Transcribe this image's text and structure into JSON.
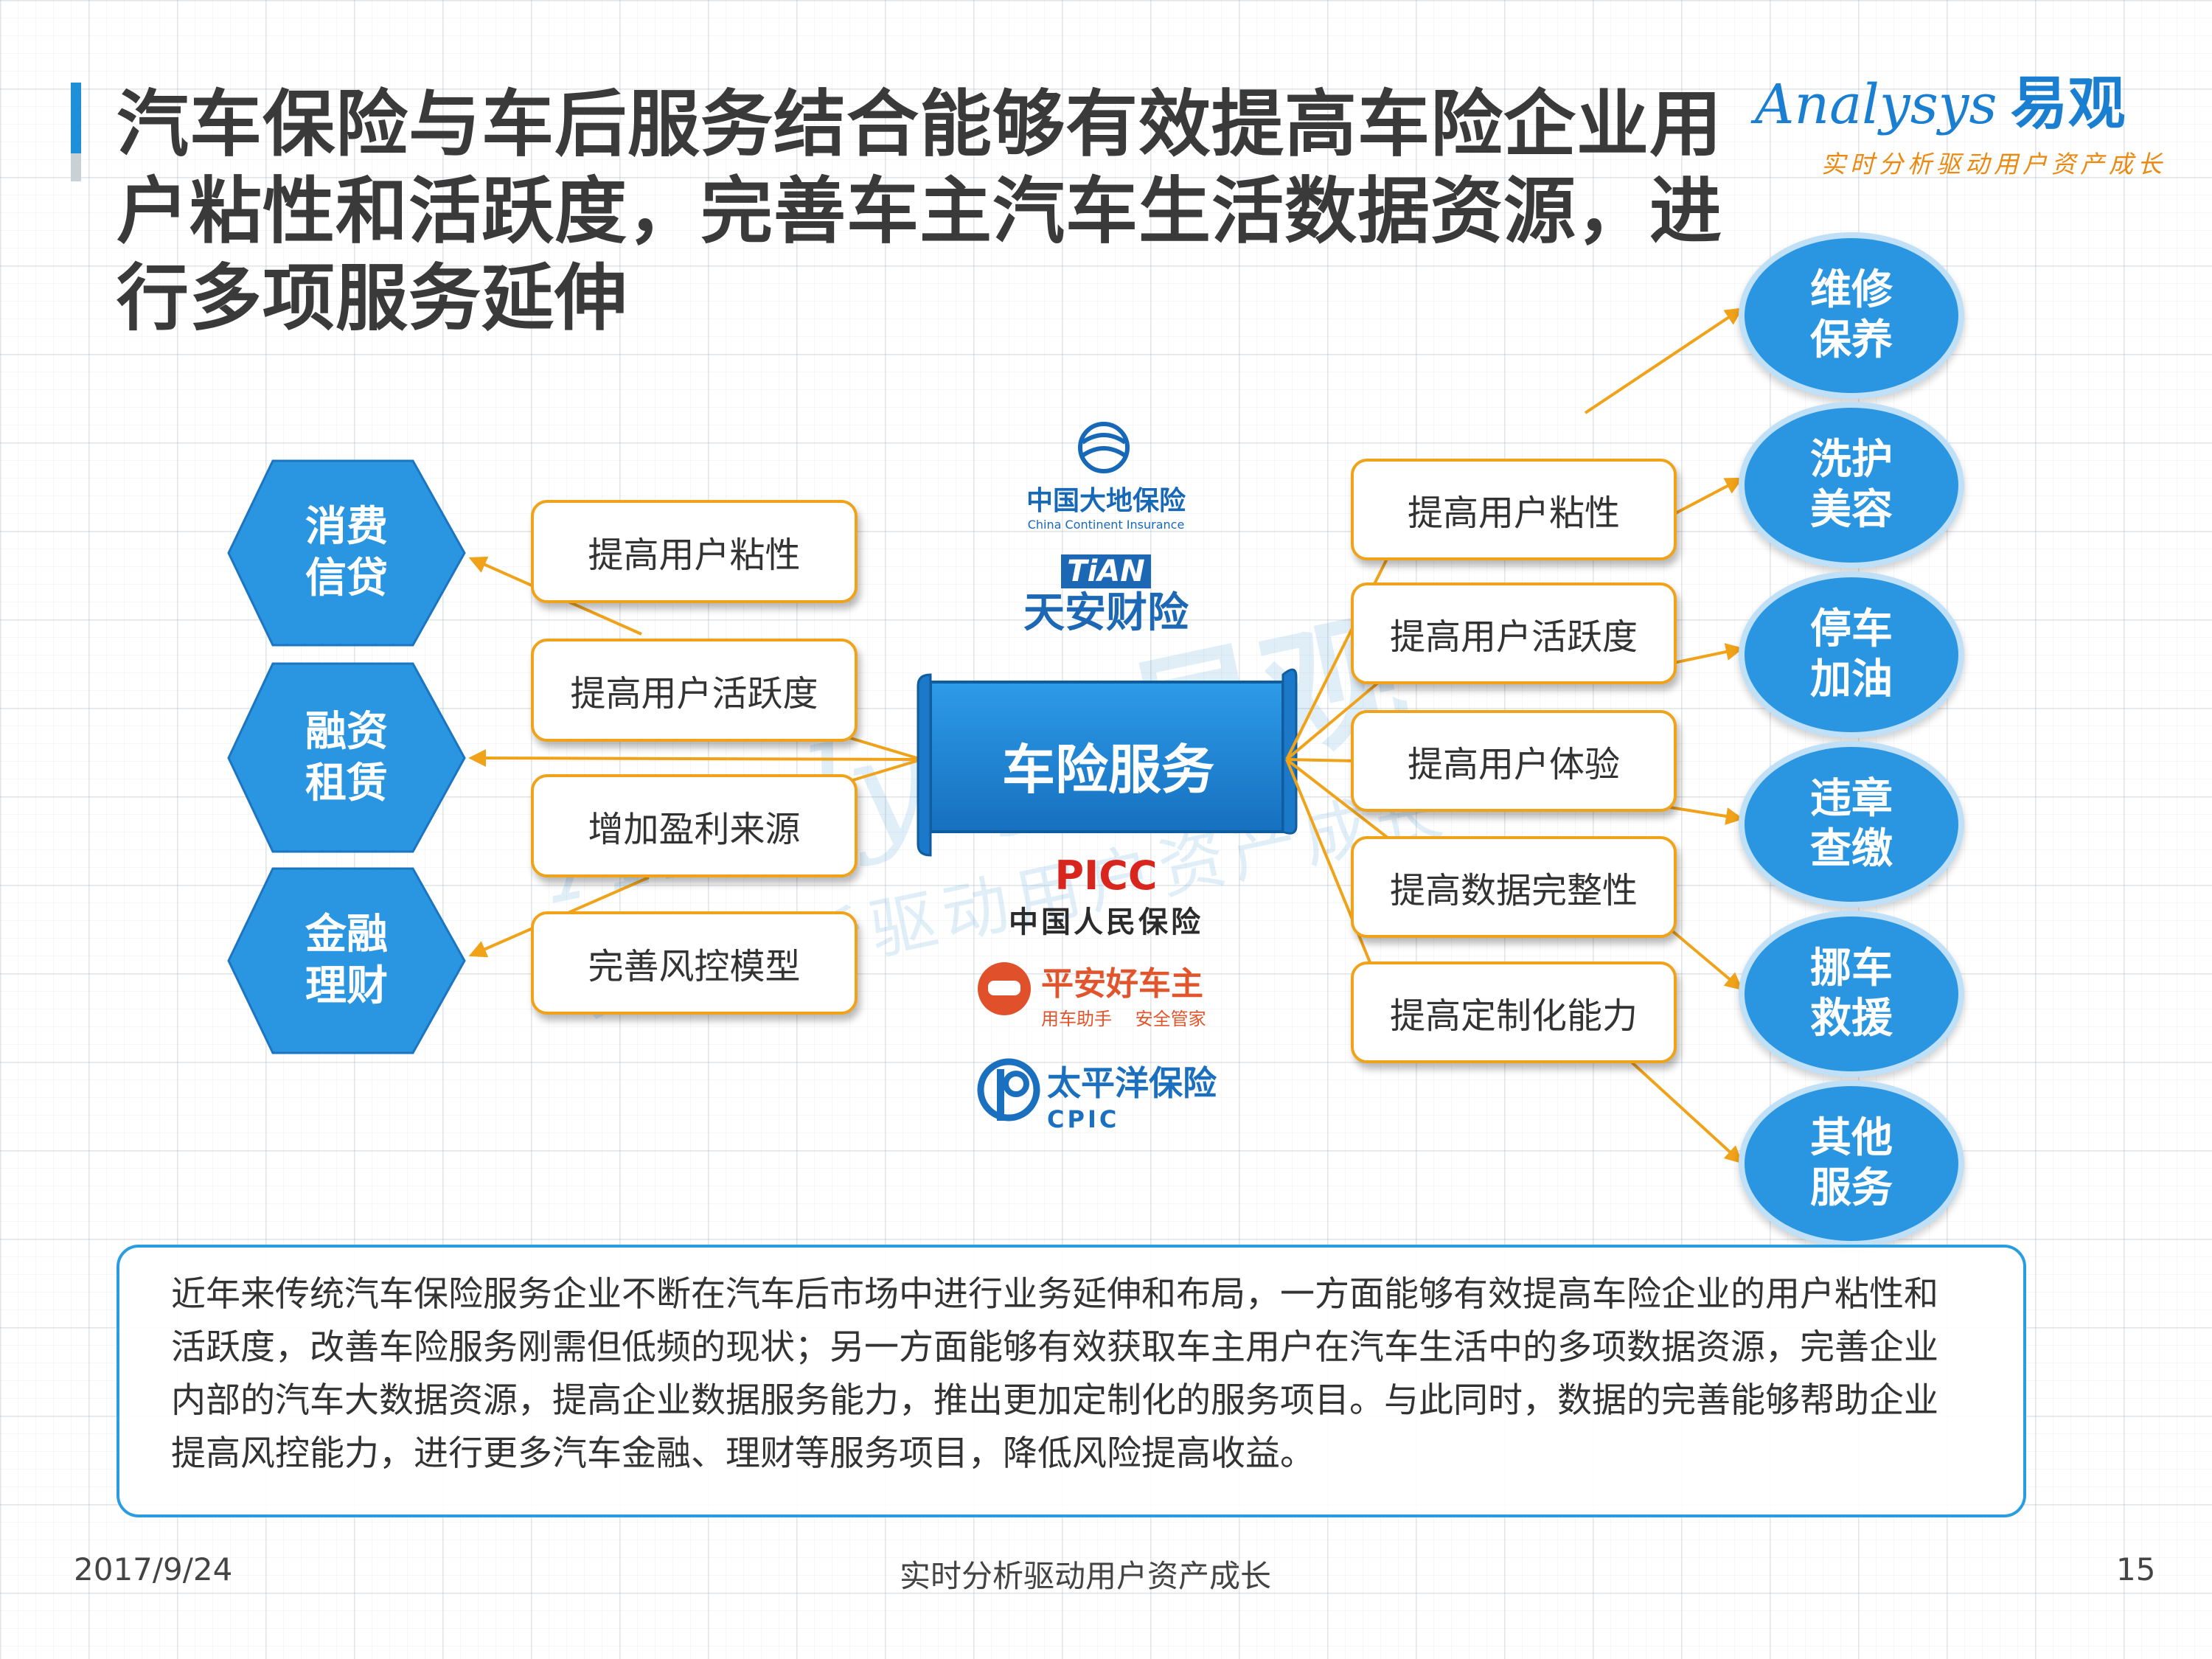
{
  "title": "汽车保险与车后服务结合能够有效提高车险企业用户粘性和活跃度，完善车主汽车生活数据资源，进行多项服务延伸",
  "logo": {
    "brand_en": "Analysys",
    "brand_cn": "易观",
    "tagline": "实时分析驱动用户资产成长"
  },
  "watermark": {
    "brand_en": "Analysys",
    "brand_cn": "易观",
    "tagline": "实时分析驱动用户资产成长"
  },
  "left_services": [
    {
      "label": "消费\n信贷"
    },
    {
      "label": "融资\n租赁"
    },
    {
      "label": "金融\n理财"
    }
  ],
  "left_benefits": [
    {
      "label": "提高用户粘性"
    },
    {
      "label": "提高用户活跃度"
    },
    {
      "label": "增加盈利来源"
    },
    {
      "label": "完善风控模型"
    }
  ],
  "center": {
    "label": "车险服务"
  },
  "companies": {
    "dadi": {
      "name_cn": "中国大地保险",
      "name_en": "China Continent Insurance"
    },
    "tian": {
      "abbr": "TiAN",
      "name_cn": "天安财险"
    },
    "picc": {
      "abbr": "PICC",
      "name_cn": "中国人民保险"
    },
    "pingan": {
      "name_cn": "平安好车主",
      "slogan_1": "用车助手",
      "slogan_2": "安全管家"
    },
    "cpic": {
      "name_cn": "太平洋保险",
      "abbr": "CPIC"
    }
  },
  "right_benefits": [
    {
      "label": "提高用户粘性"
    },
    {
      "label": "提高用户活跃度"
    },
    {
      "label": "提高用户体验"
    },
    {
      "label": "提高数据完整性"
    },
    {
      "label": "提高定制化能力"
    }
  ],
  "right_services": [
    {
      "label": "维修\n保养"
    },
    {
      "label": "洗护\n美容"
    },
    {
      "label": "停车\n加油"
    },
    {
      "label": "违章\n查缴"
    },
    {
      "label": "挪车\n救援"
    },
    {
      "label": "其他\n服务"
    }
  ],
  "summary": "近年来传统汽车保险服务企业不断在汽车后市场中进行业务延伸和布局，一方面能够有效提高车险企业的用户粘性和活跃度，改善车险服务刚需但低频的现状；另一方面能够有效获取车主用户在汽车生活中的多项数据资源，完善企业内部的汽车大数据资源，提高企业数据服务能力，推出更加定制化的服务项目。与此同时，数据的完善能够帮助企业提高风控能力，进行更多汽车金融、理财等服务项目，降低风险提高收益。",
  "footer": {
    "date": "2017/9/24",
    "slogan": "实时分析驱动用户资产成长",
    "page": "15"
  },
  "colors": {
    "accent_blue": "#2a95e0",
    "accent_orange": "#f0a219",
    "title_text": "#3a3a3a"
  }
}
